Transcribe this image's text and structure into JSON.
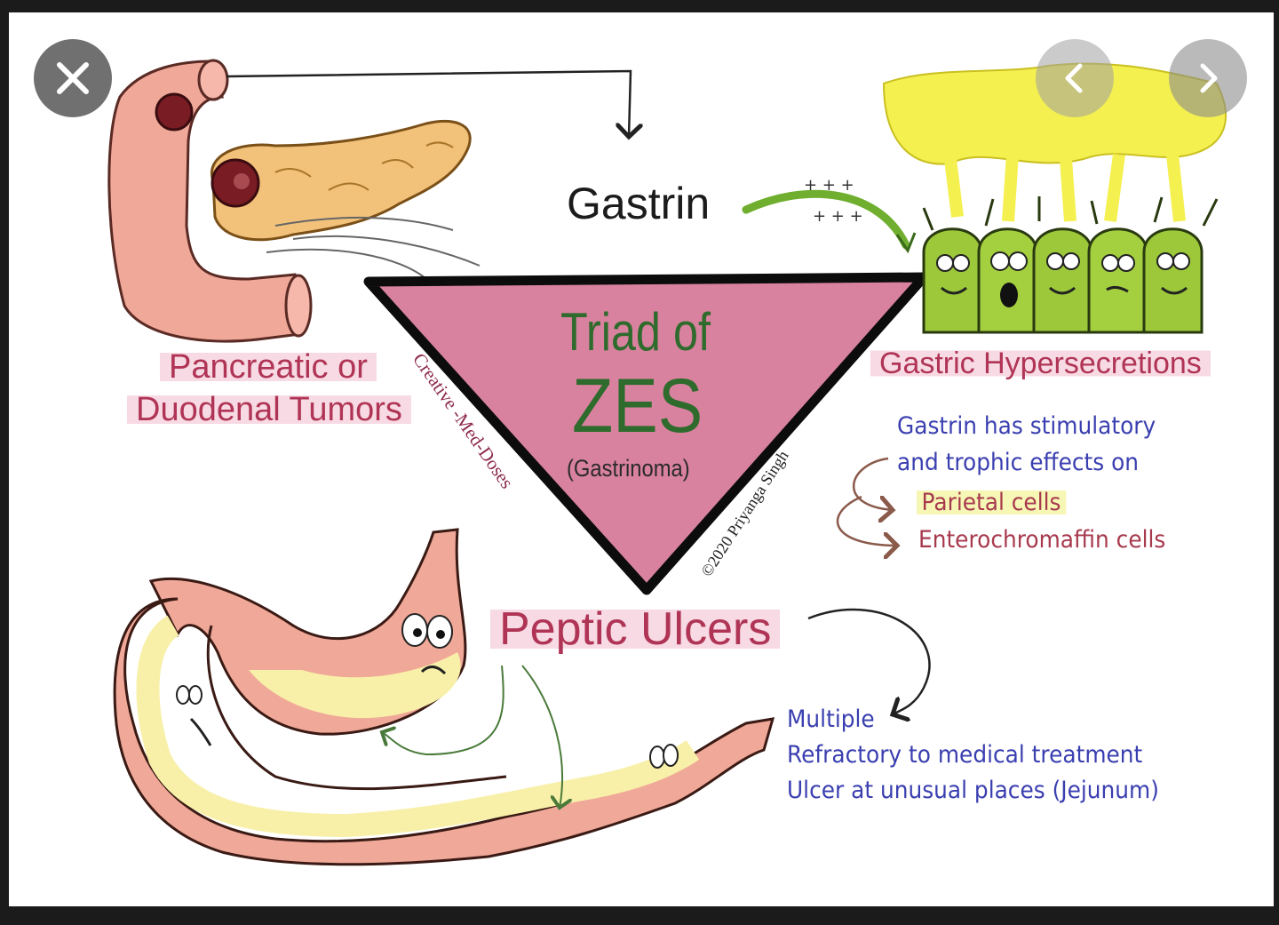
{
  "viewer": {
    "close_icon": "close-icon",
    "prev_icon": "chevron-left-icon",
    "next_icon": "chevron-right-icon"
  },
  "diagram": {
    "gastrin_label": "Gastrin",
    "tumors_label_line1": "Pancreatic or",
    "tumors_label_line2": "Duodenal Tumors",
    "hypersecretion_label": "Gastric Hypersecretions",
    "triad_title": "Triad of",
    "triad_name": "ZES",
    "triad_subtitle": "(Gastrinoma)",
    "ulcers_label": "Peptic Ulcers",
    "effects_line1": "Gastrin has stimulatory",
    "effects_line2": "and trophic effects on",
    "effect_target1": "Parietal cells",
    "effect_target2": "Enterochromaffin cells",
    "ulcer_features": [
      "Multiple",
      "Refractory to medical treatment",
      "Ulcer at unusual places (Jejunum)"
    ],
    "credit_left": "Creative -Med-Doses",
    "credit_right": "©2020 Priyanga Singh"
  },
  "colors": {
    "triangle_fill": "#d9829f",
    "tissue_pink": "#f0a898",
    "pancreas": "#f2c27a",
    "cell_green": "#9cc83a",
    "secretion_yellow": "#f4f050",
    "label_red": "#b03456",
    "zes_green": "#2e6b2c",
    "note_blue": "#3a3fb0"
  }
}
